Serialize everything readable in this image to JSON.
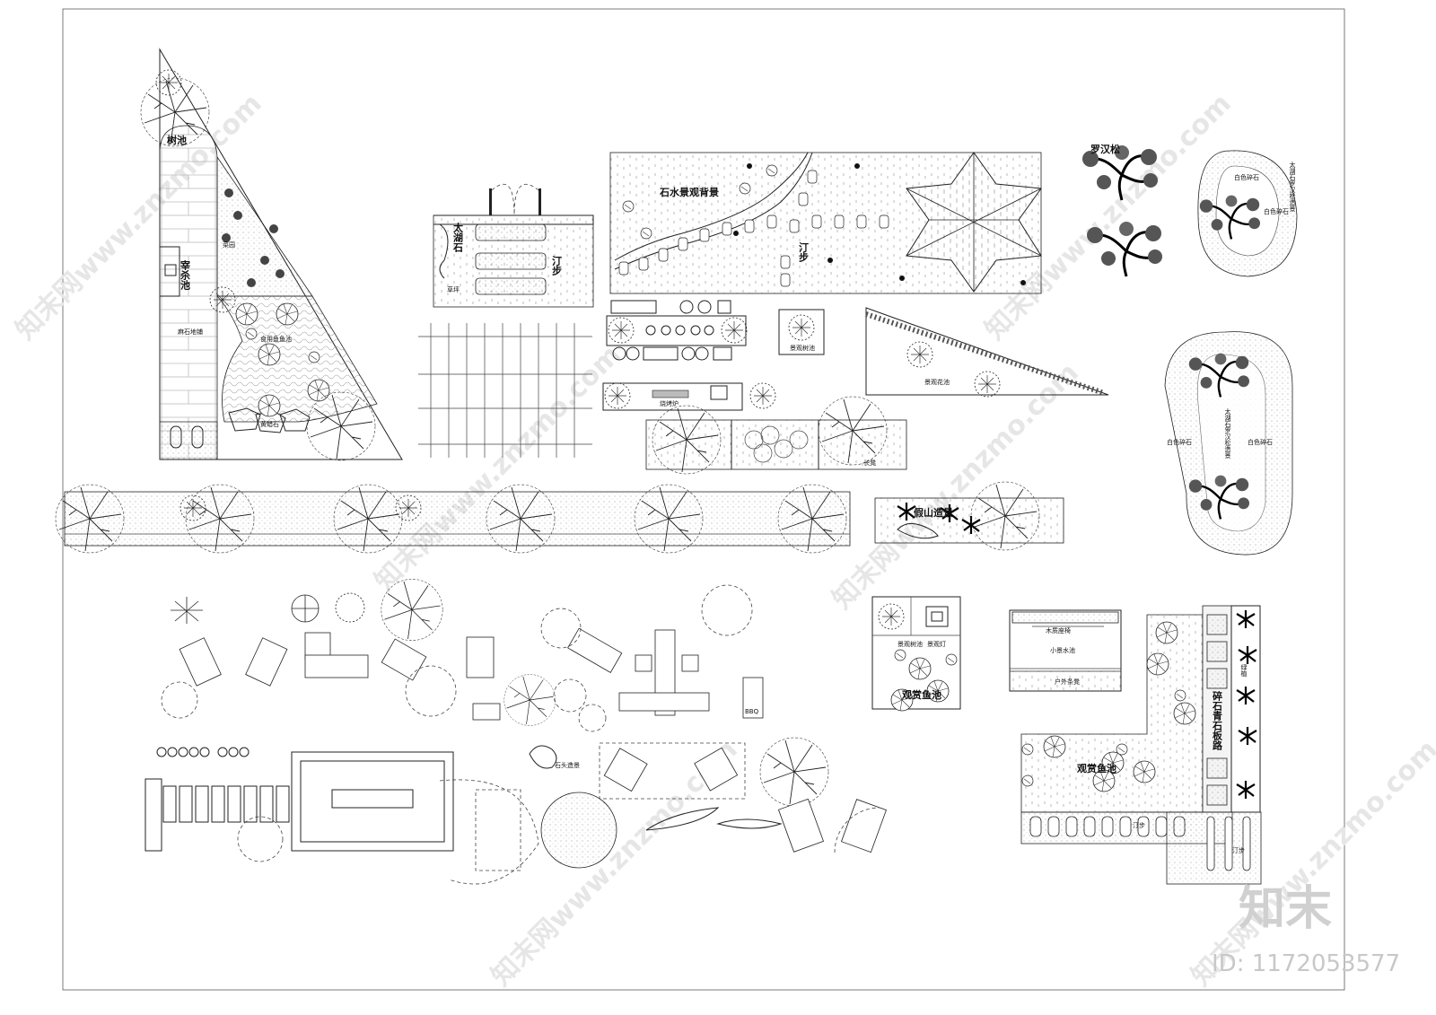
{
  "drawing": {
    "labels": {
      "tree_pool": "树池",
      "slaughter_pool": "宰杀池",
      "granite_paving": "麻石地铺",
      "vegetable_garden": "菜园",
      "edible_fish_pond": "食用鱼鱼池",
      "yellow_wax_stone": "黄蜡石",
      "taihu_stone": "太湖石",
      "stepping_stones": "汀步",
      "lawn": "草坪",
      "water_backdrop": "石水景观背景",
      "bbq_grill": "烧烤炉",
      "landscape_tree_pool": "景观树池",
      "flower_bed": "景观花池",
      "long_bench": "长凳",
      "podocarpus": "罗汉松",
      "white_gravel": "白色碎石",
      "taihu_podocarpus": "太湖石罗汉松造景",
      "rockery": "假山造景",
      "landscape_lamp": "景观灯",
      "koi_pond": "观赏鱼池",
      "wooden_seat": "木质座椅",
      "small_pool": "小景水池",
      "outdoor_bench": "户外条凳",
      "gravel_slab_path": "碎石青石板路",
      "greenery": "绿植",
      "bbq": "BBQ",
      "rock_label": "石头造景"
    },
    "watermark": {
      "site": "知末网www.znzmo.com",
      "logo": "知末",
      "id": "ID: 1172053577"
    }
  }
}
